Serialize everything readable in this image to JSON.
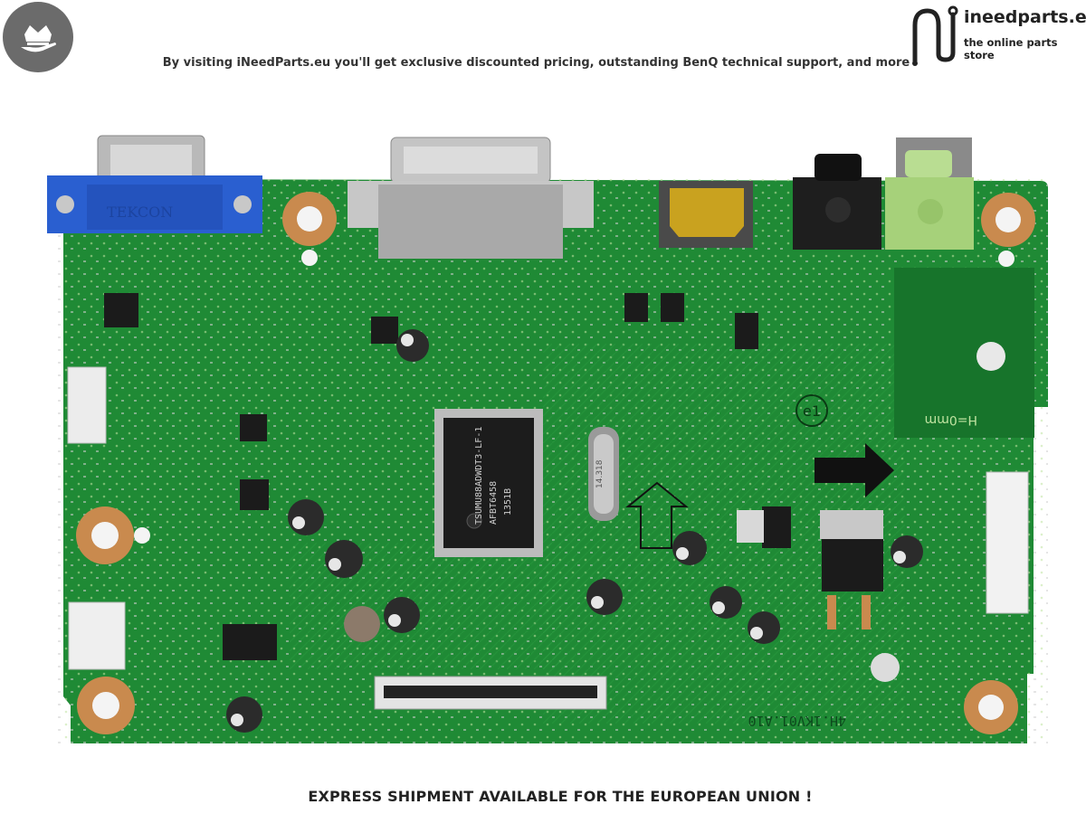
{
  "header": {
    "badge_icon": "crown-hand-icon",
    "promo_text": "By visiting iNeedParts.eu you'll get exclusive discounted pricing, outstanding BenQ technical support, and more"
  },
  "logo": {
    "name": "ineedparts.eu",
    "tagline": "the online parts store",
    "icon": "circuit-n-icon"
  },
  "board": {
    "vga_brand": "TEKCON",
    "chip_line1": "TSUMU88ADWDT3-LF-1",
    "chip_line2": "AFBT6458",
    "chip_line3": "1351B",
    "crystal_label": "14.318",
    "pcb_code": "4H.1KV01.A10",
    "pad_label": "H=0mm",
    "marking": "e1"
  },
  "footer": {
    "shipping_text": "EXPRESS SHIPMENT AVAILABLE FOR THE EUROPEAN UNION !"
  },
  "colors": {
    "pcb_green": "#1f8a35",
    "vga_blue": "#2a5fd0",
    "hdmi_gold": "#c9a21f",
    "audio_green": "#a6d17a"
  }
}
